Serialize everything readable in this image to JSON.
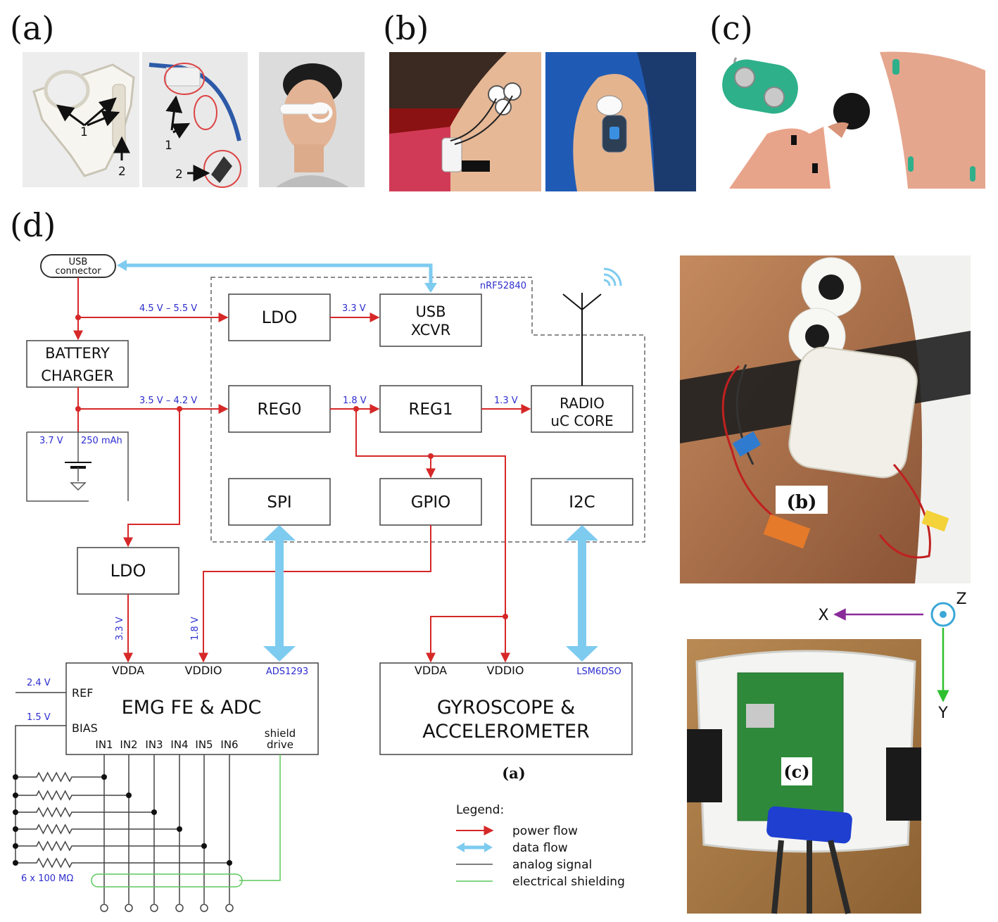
{
  "panel_labels": {
    "a": "(a)",
    "b": "(b)",
    "c": "(c)",
    "d": "(d)"
  },
  "photo_tags": {
    "glasses_1": "1",
    "glasses_2": "2",
    "band_label": "(b)",
    "housing_label": "(c)"
  },
  "usb_connector": {
    "line1": "USB",
    "line2": "connector"
  },
  "soc_name": "nRF52840",
  "blocks": {
    "ldo_top": "LDO",
    "usb_xcvr_line1": "USB",
    "usb_xcvr_line2": "XCVR",
    "battery_charger_line1": "BATTERY",
    "battery_charger_line2": "CHARGER",
    "reg0": "REG0",
    "reg1": "REG1",
    "radio_line1": "RADIO",
    "radio_line2": "uC CORE",
    "spi": "SPI",
    "gpio": "GPIO",
    "i2c": "I2C",
    "ldo_bottom": "LDO",
    "emg_title": "EMG FE & ADC",
    "emg_chip": "ADS1293",
    "gyro_line1": "GYROSCOPE &",
    "gyro_line2": "ACCELEROMETER",
    "gyro_chip": "LSM6DSO"
  },
  "voltages": {
    "usb_in": "4.5 V – 5.5 V",
    "ldo_out": "3.3 V",
    "batt_bus": "3.5 V – 4.2 V",
    "reg0_out": "1.8 V",
    "reg1_out": "1.3 V",
    "cell_v": "3.7 V",
    "cell_cap": "250 mAh",
    "vdda_emg": "3.3 V",
    "vddio_emg": "1.8 V",
    "ref": "2.4 V",
    "bias": "1.5 V",
    "resistors": "6 x 100 MΩ"
  },
  "pins": {
    "vdda": "VDDA",
    "vddio": "VDDIO",
    "ref": "REF",
    "bias": "BIAS",
    "inputs": [
      "IN1",
      "IN2",
      "IN3",
      "IN4",
      "IN5",
      "IN6"
    ],
    "shield_line1": "shield",
    "shield_line2": "drive"
  },
  "caption_a": "(a)",
  "axes": {
    "x": "X",
    "y": "Y",
    "z": "Z"
  },
  "legend": {
    "title": "Legend:",
    "items": [
      {
        "label": "power flow",
        "color": "#d62828"
      },
      {
        "label": "data flow",
        "color": "#7ecbf0"
      },
      {
        "label": "analog signal",
        "color": "#555555"
      },
      {
        "label": "electrical shielding",
        "color": "#5cc85c"
      }
    ]
  },
  "colors": {
    "power": "#d62828",
    "data": "#7ecbf0",
    "analog": "#444444",
    "shield": "#5cc85c",
    "voltage_text": "#2d2dcf",
    "axis_x": "#8a2b9a",
    "axis_y": "#2ec02e",
    "axis_z": "#3aa7d8"
  }
}
